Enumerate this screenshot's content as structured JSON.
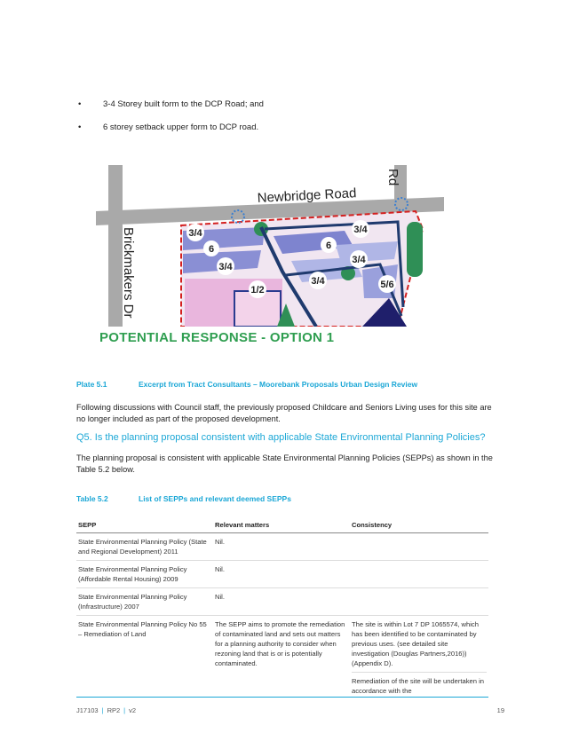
{
  "bullets": [
    {
      "symbol": "•",
      "text": "3-4 Storey built form to the DCP Road; and"
    },
    {
      "symbol": "•",
      "text": "6 storey setback upper form to DCP road."
    }
  ],
  "figure": {
    "road_newbridge": "Newbridge Road",
    "road_brickmakers": "Brickmakers Dr",
    "road_rd": "Rd",
    "labels": [
      "3/4",
      "6",
      "3/4",
      "1/2",
      "6",
      "3/4",
      "3/4",
      "3/4",
      "5/6"
    ],
    "title": "POTENTIAL RESPONSE - OPTION 1"
  },
  "plate": {
    "number": "Plate 5.1",
    "title": "Excerpt from Tract Consultants – Moorebank Proposals Urban Design Review"
  },
  "para1": "Following discussions with Council staff, the previously proposed Childcare and Seniors Living uses for this site are no longer included as part of the proposed development.",
  "question": "Q5. Is the planning proposal consistent with applicable State Environmental Planning Policies?",
  "para2": "The planning proposal is consistent with applicable State Environmental Planning Policies (SEPPs) as shown in the Table 5.2 below.",
  "table_caption": {
    "number": "Table 5.2",
    "title": "List of SEPPs and relevant deemed SEPPs"
  },
  "table": {
    "headers": [
      "SEPP",
      "Relevant matters",
      "Consistency"
    ],
    "rows": [
      {
        "sepp": "State Environmental Planning Policy (State and Regional Development) 2011",
        "matters": "Nil.",
        "consistency": ""
      },
      {
        "sepp": "State Environmental Planning Policy (Affordable Rental Housing) 2009",
        "matters": "Nil.",
        "consistency": ""
      },
      {
        "sepp": "State Environmental Planning Policy (Infrastructure) 2007",
        "matters": "Nil.",
        "consistency": ""
      },
      {
        "sepp": "State Environmental Planning Policy No 55 – Remediation of Land",
        "matters": "The SEPP aims to promote the remediation of contaminated land and sets out matters for a planning authority to consider when rezoning land that is or is potentially contaminated.",
        "consistency": "The site is within Lot 7 DP 1065574, which has been identified to be contaminated by previous uses. (see detailed site investigation (Douglas Partners,2016)) (Appendix D).",
        "consistency2": "Remediation of the site will be undertaken in accordance with the"
      }
    ]
  },
  "footer": {
    "doc": "J17103",
    "report": "RP2",
    "version": "v2",
    "page": "19",
    "separator": "|"
  }
}
